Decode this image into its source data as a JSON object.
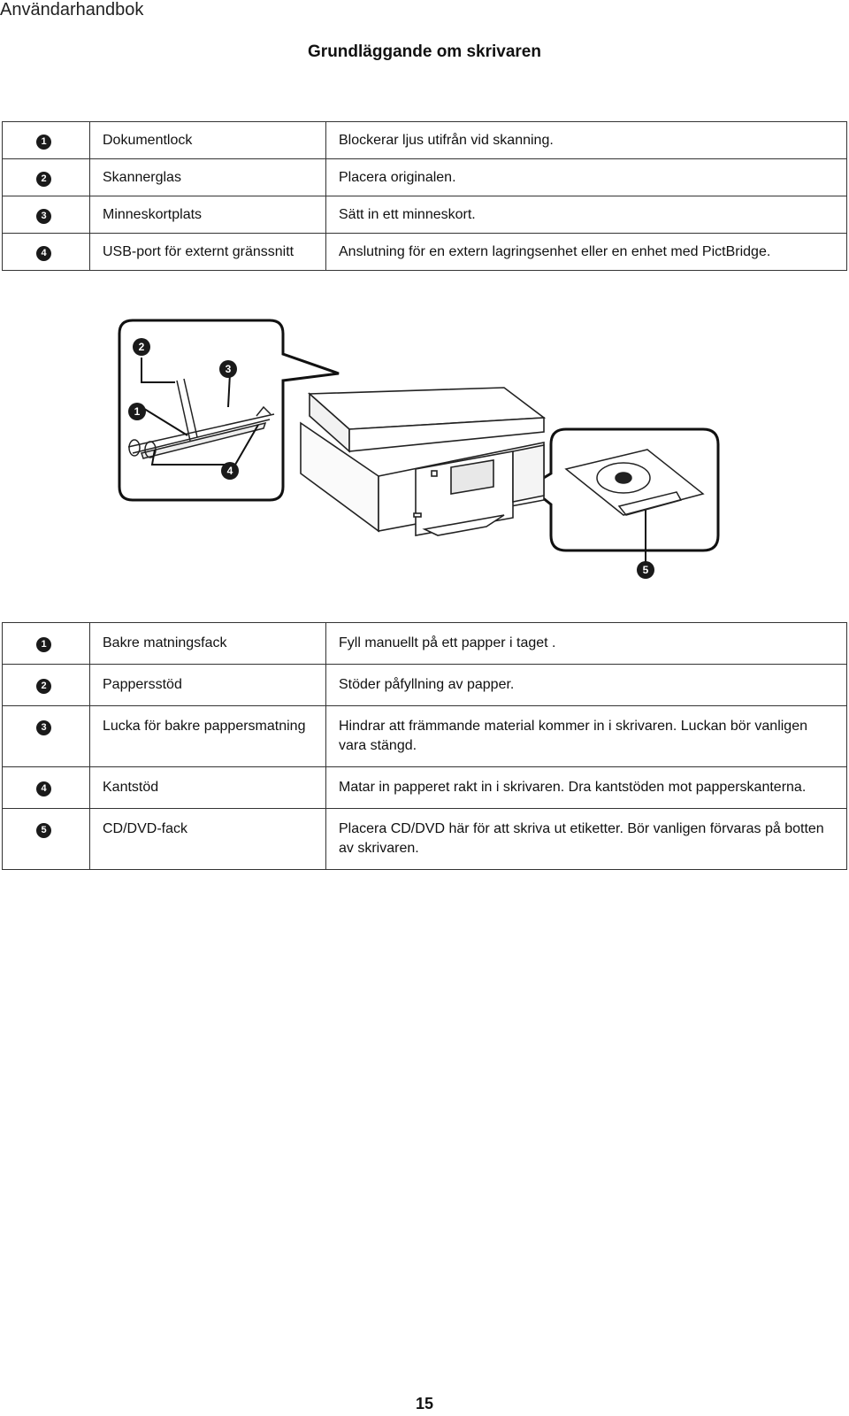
{
  "header": {
    "title": "Användarhandbok"
  },
  "section": {
    "title": "Grundläggande om skrivaren"
  },
  "table1": {
    "rows": [
      {
        "num": "1",
        "name": "Dokumentlock",
        "desc": "Blockerar ljus utifrån vid skanning."
      },
      {
        "num": "2",
        "name": "Skannerglas",
        "desc": "Placera originalen."
      },
      {
        "num": "3",
        "name": "Minneskortplats",
        "desc": "Sätt in ett minneskort."
      },
      {
        "num": "4",
        "name": "USB-port för externt gränssnitt",
        "desc": "Anslutning för en extern lagringsenhet eller en enhet med PictBridge."
      }
    ]
  },
  "figure": {
    "callouts": [
      "1",
      "2",
      "3",
      "4",
      "5"
    ]
  },
  "table2": {
    "rows": [
      {
        "num": "1",
        "name": "Bakre matningsfack",
        "desc": "Fyll manuellt på ett papper i taget ."
      },
      {
        "num": "2",
        "name": "Pappersstöd",
        "desc": "Stöder påfyllning av papper."
      },
      {
        "num": "3",
        "name": "Lucka för bakre pappersmatning",
        "desc": "Hindrar att främmande material kommer in i skrivaren. Luckan bör vanligen vara stängd."
      },
      {
        "num": "4",
        "name": "Kantstöd",
        "desc": "Matar in papperet rakt in i skrivaren. Dra kantstöden mot papperskanterna."
      },
      {
        "num": "5",
        "name": "CD/DVD-fack",
        "desc": "Placera CD/DVD här för att skriva ut etiketter. Bör vanligen förvaras på botten av skrivaren."
      }
    ]
  },
  "footer": {
    "page_number": "15"
  }
}
